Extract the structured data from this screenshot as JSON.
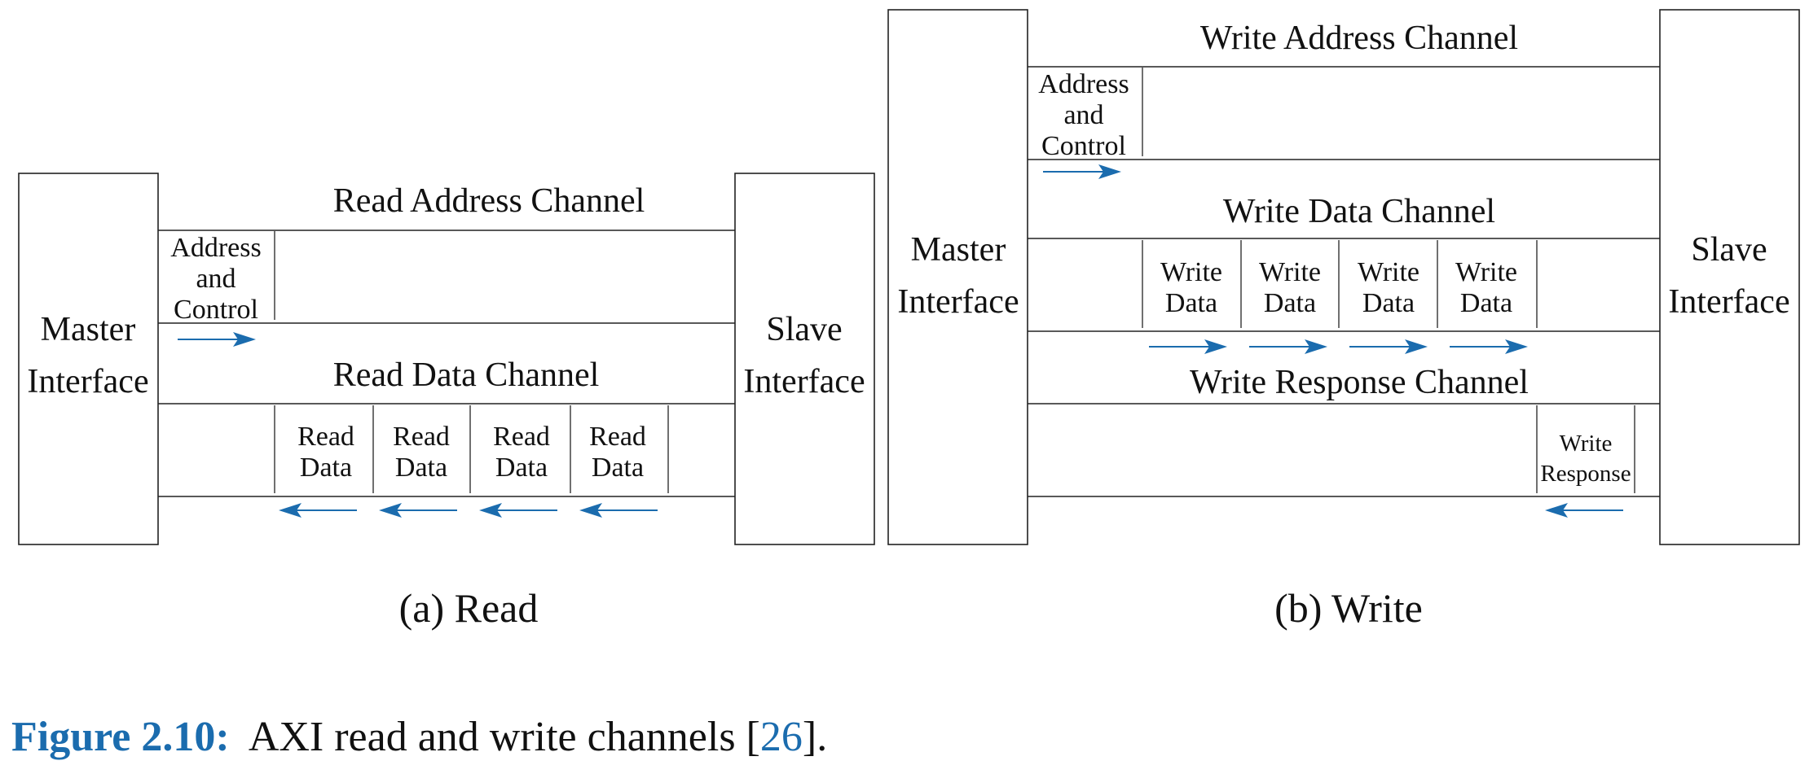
{
  "colors": {
    "accent": "#1b6cae",
    "line": "#222222",
    "text": "#111111"
  },
  "read": {
    "master": [
      "Master",
      "Interface"
    ],
    "slave": [
      "Slave",
      "Interface"
    ],
    "address_channel": "Read Address Channel",
    "address_block": [
      "Address",
      "and",
      "Control"
    ],
    "data_channel": "Read Data Channel",
    "data_block": [
      "Read",
      "Data"
    ],
    "caption": "(a) Read"
  },
  "write": {
    "master": [
      "Master",
      "Interface"
    ],
    "slave": [
      "Slave",
      "Interface"
    ],
    "address_channel": "Write Address Channel",
    "address_block": [
      "Address",
      "and",
      "Control"
    ],
    "data_channel": "Write Data Channel",
    "data_block": [
      "Write",
      "Data"
    ],
    "response_channel": "Write Response Channel",
    "response_block": [
      "Write",
      "Response"
    ],
    "caption": "(b) Write"
  },
  "figure_caption": {
    "number": "Figure 2.10:",
    "text_before": "AXI read and write channels [",
    "ref": "26",
    "text_after": "]."
  }
}
